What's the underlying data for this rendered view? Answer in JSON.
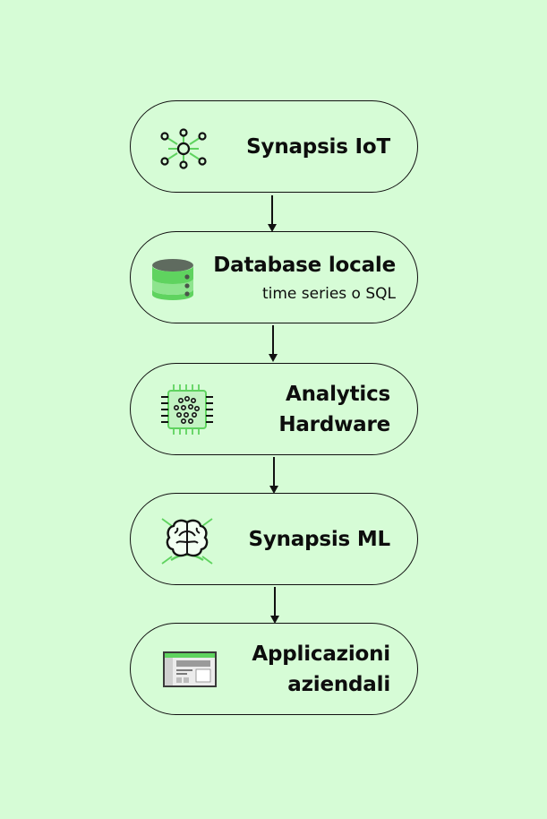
{
  "nodes": [
    {
      "title": "Synapsis IoT",
      "icon": "iot-network-icon"
    },
    {
      "title": "Database locale",
      "subtitle": "time series o SQL",
      "icon": "database-icon"
    },
    {
      "title_lines": [
        "Analytics",
        "Hardware"
      ],
      "icon": "chip-icon"
    },
    {
      "title": "Synapsis ML",
      "icon": "brain-icon"
    },
    {
      "title_lines": [
        "Applicazioni",
        "aziendali"
      ],
      "icon": "application-screen-icon"
    }
  ],
  "colors": {
    "background": "#d6fcd6",
    "stroke": "#111111",
    "accent_green": "#5fd35f",
    "db_dark": "#5f6b5f"
  }
}
